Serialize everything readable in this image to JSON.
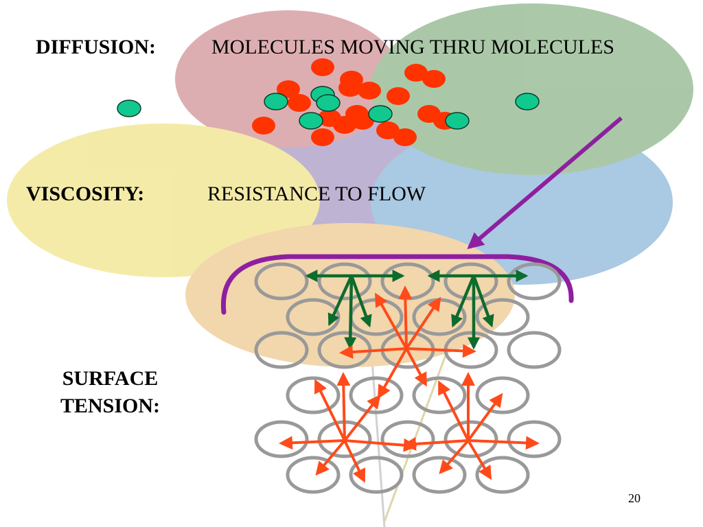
{
  "slide": {
    "diffusion": {
      "heading": "DIFFUSION:",
      "text": "MOLECULES MOVING THRU MOLECULES"
    },
    "viscosity": {
      "heading": "VISCOSITY:",
      "text": "RESISTANCE TO FLOW"
    },
    "surface_tension": {
      "heading_line1": "SURFACE",
      "heading_line2": "TENSION:"
    },
    "page_number": "20"
  },
  "colors": {
    "balloon_red": "#d8a0a4",
    "balloon_green": "#9cbf9a",
    "balloon_purple": "#b4a6cc",
    "balloon_yellow": "#f3e79a",
    "balloon_blue": "#9cc0de",
    "balloon_orange": "#f0cf9e",
    "molecule_red": "#ff3300",
    "molecule_teal": "#11c98f",
    "grid_circle": "#999999",
    "surface_arrow": "#0d6b2e",
    "force_arrow": "#ff4a1a",
    "surface_bracket": "#8e1fa0"
  }
}
